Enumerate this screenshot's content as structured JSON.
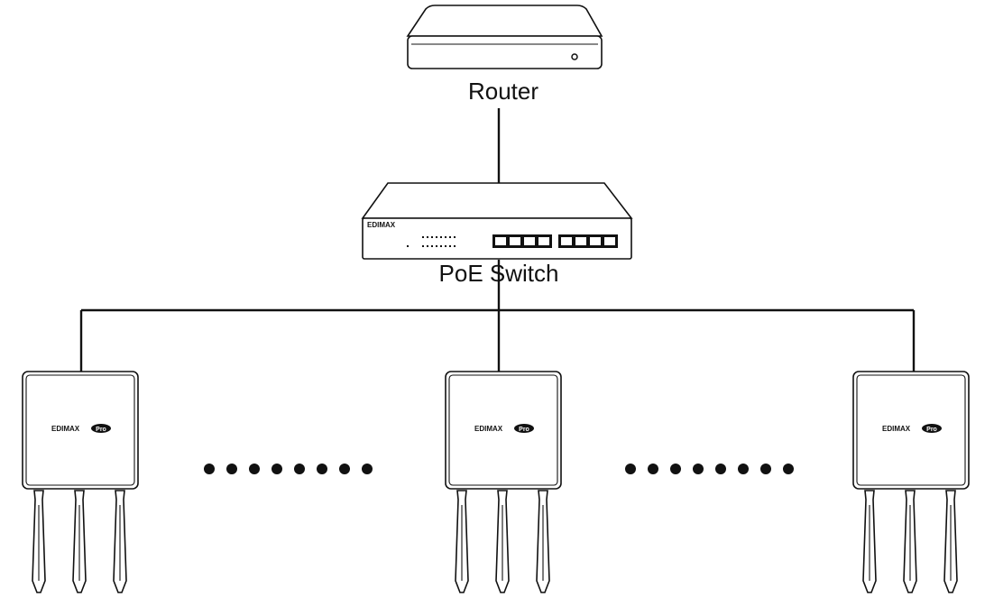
{
  "diagram": {
    "router": {
      "label": "Router"
    },
    "switch": {
      "label": "PoE Switch",
      "brand": "EDIMAX"
    },
    "access_points": [
      {
        "brand": "EDIMAX",
        "badge": "Pro"
      },
      {
        "brand": "EDIMAX",
        "badge": "Pro"
      },
      {
        "brand": "EDIMAX",
        "badge": "Pro"
      }
    ],
    "colors": {
      "stroke": "#111111",
      "background": "#ffffff"
    }
  }
}
